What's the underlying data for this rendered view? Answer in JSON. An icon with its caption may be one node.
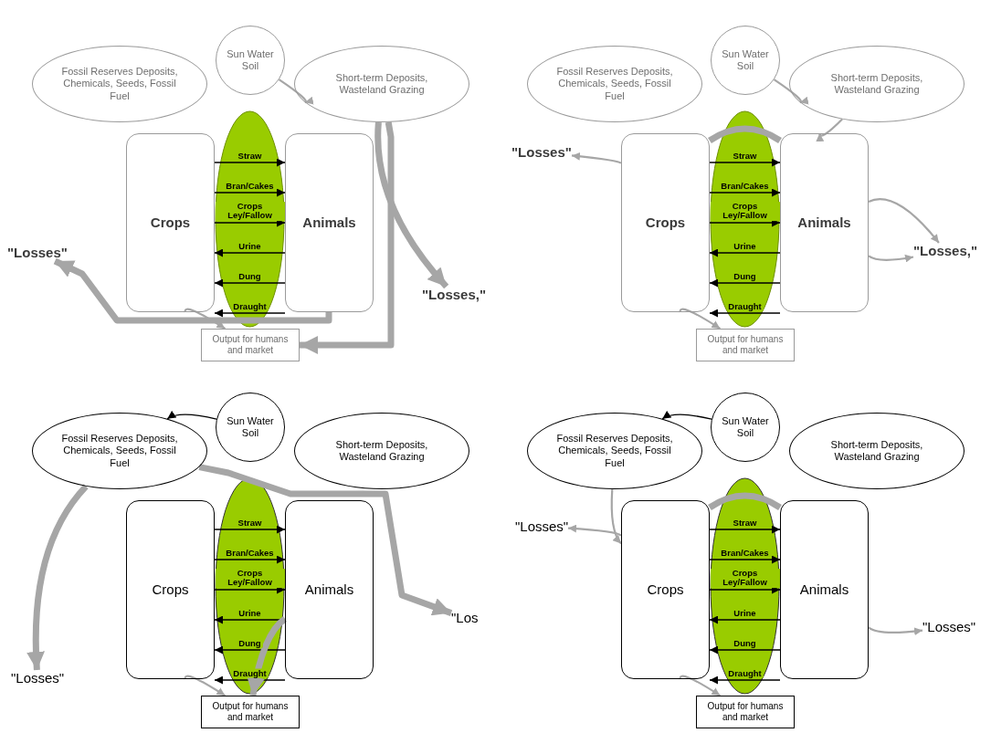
{
  "diagram": {
    "nodes": [
      {
        "text": [
          "Fossil Reserves Deposits, Chemicals, Seeds, Fossil Fuel"
        ]
      },
      {
        "text": [
          "Sun Water Soil"
        ]
      },
      {
        "text": [
          "Short-term Deposits, Wasteland Grazing"
        ]
      },
      {
        "text": [
          "Crops"
        ]
      },
      {
        "text": [
          "Animals"
        ]
      },
      {
        "text": [
          "\"Losses\""
        ]
      },
      {
        "text": [
          "\"Losses,\""
        ]
      },
      {
        "text": [
          "Output for humans and market"
        ]
      },
      {
        "text": [
          "Fossil Reserves Deposits, Chemicals, Seeds, Fossil Fuel"
        ]
      },
      {
        "text": [
          "Sun Water Soil"
        ]
      },
      {
        "text": [
          "Short-term Deposits, Wasteland Grazing"
        ]
      },
      {
        "text": [
          "Crops"
        ]
      },
      {
        "text": [
          "Animals"
        ]
      },
      {
        "text": [
          "\"Losses\""
        ]
      },
      {
        "text": [
          "\"Losses,\""
        ]
      },
      {
        "text": [
          "Output for humans and market"
        ]
      },
      {
        "text": [
          "Fossil Reserves Deposits, Chemicals, Seeds, Fossil Fuel"
        ]
      },
      {
        "text": [
          "Sun Water Soil"
        ]
      },
      {
        "text": [
          "Short-term Deposits, Wasteland Grazing"
        ]
      },
      {
        "text": [
          "Crops"
        ]
      },
      {
        "text": [
          "Animals"
        ]
      },
      {
        "text": [
          "\"Losses\""
        ]
      },
      {
        "text": [
          "\"Los"
        ]
      },
      {
        "text": [
          "Output for humans and market"
        ]
      },
      {
        "text": [
          "Fossil Reserves Deposits, Chemicals, Seeds, Fossil Fuel"
        ]
      },
      {
        "text": [
          "Sun Water Soil"
        ]
      },
      {
        "text": [
          "Short-term Deposits, Wasteland Grazing"
        ]
      },
      {
        "text": [
          "Crops"
        ]
      },
      {
        "text": [
          "Animals"
        ]
      },
      {
        "text": [
          "\"Losses\""
        ]
      },
      {
        "text": [
          "\"Losses\""
        ]
      },
      {
        "text": [
          "Output for humans and market"
        ]
      }
    ],
    "edges": [
      {
        "from": 3,
        "to": 4,
        "arrow": "to",
        "label": "Straw"
      },
      {
        "from": 3,
        "to": 4,
        "arrow": "to",
        "label": "Bran/Cakes"
      },
      {
        "from": 3,
        "to": 4,
        "arrow": "to",
        "label": "Crops Ley/Fallow"
      },
      {
        "from": 4,
        "to": 3,
        "arrow": "to",
        "label": "Urine"
      },
      {
        "from": 4,
        "to": 3,
        "arrow": "to",
        "label": "Dung"
      },
      {
        "from": 4,
        "to": 3,
        "arrow": "to",
        "label": "Draught"
      },
      {
        "from": 1,
        "to": 2,
        "arrow": "to",
        "color": "#a6a6a6"
      },
      {
        "from": 2,
        "to": 6,
        "arrow": "to",
        "style": "thick",
        "color": "#a6a6a6"
      },
      {
        "from": 2,
        "to": 7,
        "arrow": "to",
        "style": "thick",
        "color": "#a6a6a6"
      },
      {
        "from": 4,
        "to": 5,
        "arrow": "to",
        "style": "thick",
        "color": "#a6a6a6"
      },
      {
        "from": 3,
        "to": 7,
        "arrow": "to",
        "color": "#a6a6a6"
      },
      {
        "from": 11,
        "to": 12,
        "arrow": "to",
        "label": "Straw"
      },
      {
        "from": 11,
        "to": 12,
        "arrow": "to",
        "label": "Bran/Cakes"
      },
      {
        "from": 11,
        "to": 12,
        "arrow": "to",
        "label": "Crops Ley/Fallow"
      },
      {
        "from": 12,
        "to": 11,
        "arrow": "to",
        "label": "Urine"
      },
      {
        "from": 12,
        "to": 11,
        "arrow": "to",
        "label": "Dung"
      },
      {
        "from": 12,
        "to": 11,
        "arrow": "to",
        "label": "Draught"
      },
      {
        "from": 9,
        "to": 10,
        "arrow": "to",
        "color": "#a6a6a6"
      },
      {
        "from": 10,
        "to": 12,
        "arrow": "to",
        "color": "#a6a6a6"
      },
      {
        "from": 11,
        "to": 12,
        "arrow": "none",
        "style": "thick",
        "color": "#a6a6a6"
      },
      {
        "from": 11,
        "to": 13,
        "arrow": "to",
        "color": "#a6a6a6"
      },
      {
        "from": 12,
        "to": 14,
        "arrow": "to",
        "color": "#a6a6a6"
      },
      {
        "from": 12,
        "to": 14,
        "arrow": "to",
        "color": "#a6a6a6"
      },
      {
        "from": 11,
        "to": 15,
        "arrow": "to",
        "color": "#a6a6a6"
      },
      {
        "from": 19,
        "to": 20,
        "arrow": "to",
        "label": "Straw"
      },
      {
        "from": 19,
        "to": 20,
        "arrow": "to",
        "label": "Bran/Cakes"
      },
      {
        "from": 19,
        "to": 20,
        "arrow": "to",
        "label": "Crops Ley/Fallow"
      },
      {
        "from": 20,
        "to": 19,
        "arrow": "to",
        "label": "Urine"
      },
      {
        "from": 20,
        "to": 19,
        "arrow": "to",
        "label": "Dung"
      },
      {
        "from": 20,
        "to": 19,
        "arrow": "to",
        "label": "Draught"
      },
      {
        "from": 17,
        "to": 16,
        "arrow": "to"
      },
      {
        "from": 16,
        "to": 21,
        "arrow": "to",
        "style": "thick",
        "color": "#a6a6a6"
      },
      {
        "from": 16,
        "to": 22,
        "arrow": "to",
        "style": "thick",
        "color": "#a6a6a6"
      },
      {
        "from": 20,
        "to": 23,
        "arrow": "to",
        "style": "thick",
        "color": "#a6a6a6"
      },
      {
        "from": 19,
        "to": 23,
        "arrow": "to",
        "color": "#a6a6a6"
      },
      {
        "from": 27,
        "to": 28,
        "arrow": "to",
        "label": "Straw"
      },
      {
        "from": 27,
        "to": 28,
        "arrow": "to",
        "label": "Bran/Cakes"
      },
      {
        "from": 27,
        "to": 28,
        "arrow": "to",
        "label": "Crops Ley/Fallow"
      },
      {
        "from": 28,
        "to": 27,
        "arrow": "to",
        "label": "Urine"
      },
      {
        "from": 28,
        "to": 27,
        "arrow": "to",
        "label": "Dung"
      },
      {
        "from": 28,
        "to": 27,
        "arrow": "to",
        "label": "Draught"
      },
      {
        "from": 25,
        "to": 24,
        "arrow": "to"
      },
      {
        "from": 24,
        "to": 27,
        "arrow": "to",
        "color": "#a6a6a6"
      },
      {
        "from": 27,
        "to": 28,
        "arrow": "none",
        "style": "thick",
        "color": "#a6a6a6"
      },
      {
        "from": 27,
        "to": 29,
        "arrow": "to",
        "color": "#a6a6a6"
      },
      {
        "from": 28,
        "to": 30,
        "arrow": "to",
        "color": "#a6a6a6"
      },
      {
        "from": 27,
        "to": 31,
        "arrow": "to",
        "color": "#a6a6a6"
      }
    ]
  }
}
